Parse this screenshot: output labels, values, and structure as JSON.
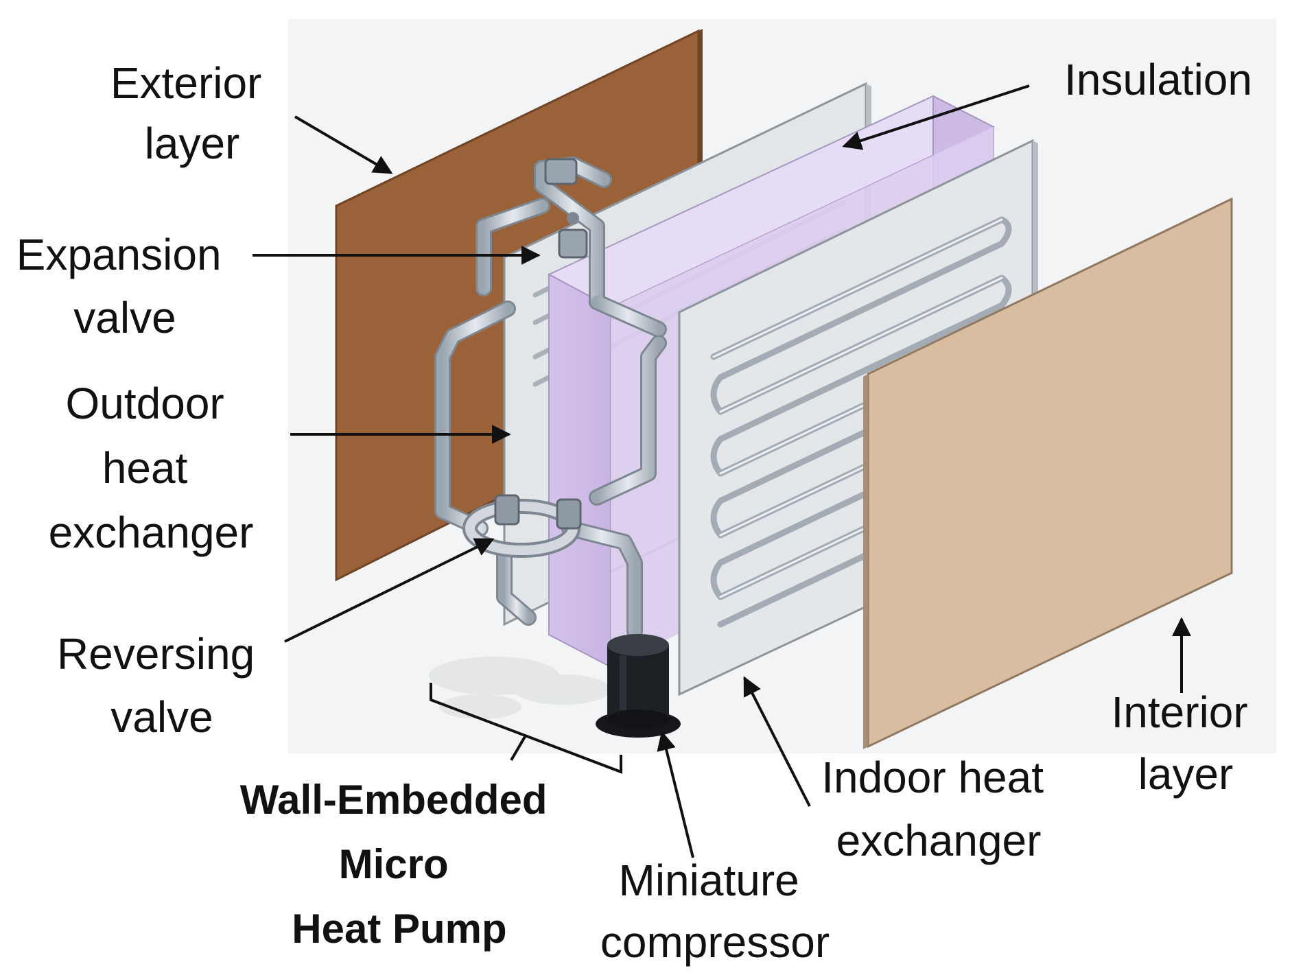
{
  "labels": {
    "exterior_layer": [
      "Exterior",
      "layer"
    ],
    "insulation": [
      "Insulation"
    ],
    "expansion_valve": [
      "Expansion",
      "valve"
    ],
    "outdoor_heat_exchanger": [
      "Outdoor",
      "heat",
      "exchanger"
    ],
    "reversing_valve": [
      "Reversing",
      "valve"
    ],
    "wall_embedded_micro_heat_pump": [
      "Wall-Embedded",
      "Micro",
      "Heat Pump"
    ],
    "miniature_compressor": [
      "Miniature",
      "compressor"
    ],
    "indoor_heat_exchanger": [
      "Indoor heat",
      "exchanger"
    ],
    "interior_layer": [
      "Interior",
      "layer"
    ]
  },
  "colors": {
    "exterior_layer": "#9a6238",
    "insulation": "#dccdf0",
    "interior_layer": "#d9bda0",
    "heat_exchanger_plate": "#e3e6e9",
    "tubing": "#b9c2cb",
    "compressor": "#1d2024",
    "arrow": "#111111"
  }
}
